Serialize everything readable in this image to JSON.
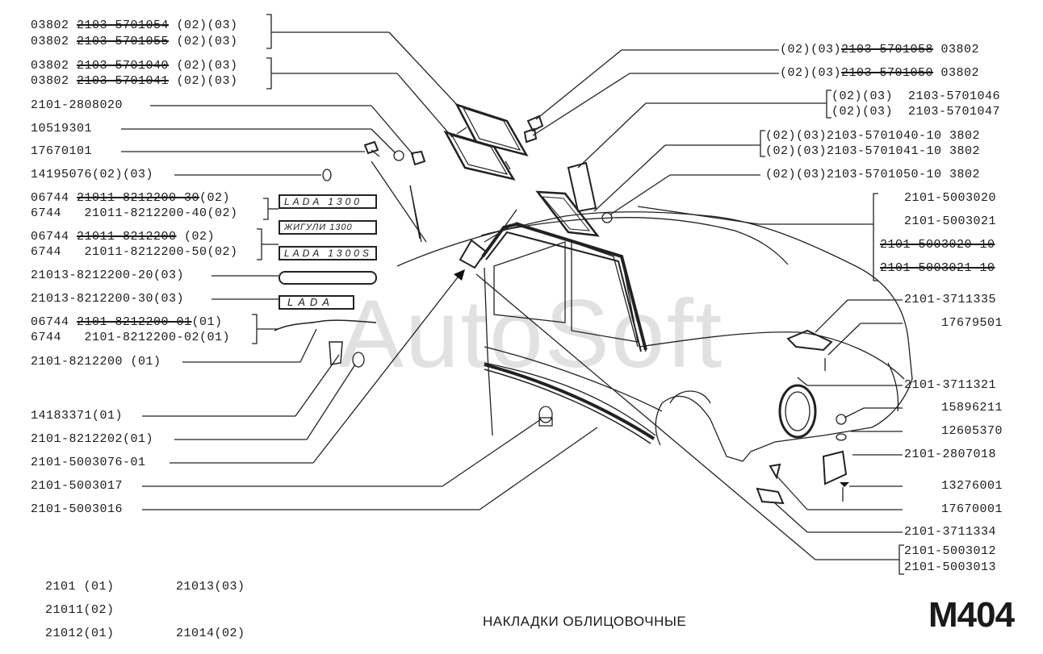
{
  "watermark": "AutoSoft",
  "sheet_title": "НАКЛАДКИ ОБЛИЦОВОЧНЫЕ",
  "sheet_code": "M404",
  "badges": {
    "lada1300": "LADA 1300",
    "zhiguli1300": "ЖИГУЛИ 1300",
    "lada1300s": "LADA 1300S",
    "lada": "LADA"
  },
  "left_labels": [
    {
      "prefix": "03802 ",
      "code": "2103-5701054",
      "suffix": " (02)(03)",
      "struck": true
    },
    {
      "prefix": "03802 ",
      "code": "2103-5701055",
      "suffix": " (02)(03)",
      "struck": true
    },
    {
      "prefix": "03802 ",
      "code": "2103-5701040",
      "suffix": " (02)(03)",
      "struck": true
    },
    {
      "prefix": "03802 ",
      "code": "2103-5701041",
      "suffix": " (02)(03)",
      "struck": true
    },
    {
      "prefix": "",
      "code": "2101-2808020",
      "suffix": "",
      "struck": false
    },
    {
      "prefix": "",
      "code": "10519301",
      "suffix": "",
      "struck": false
    },
    {
      "prefix": "",
      "code": "17670101",
      "suffix": "",
      "struck": false
    },
    {
      "prefix": "",
      "code": "14195076(02)(03)",
      "suffix": "",
      "struck": false
    },
    {
      "prefix": "06744 ",
      "code": "21011-8212200-30",
      "suffix": "(02)",
      "struck": true
    },
    {
      "prefix": "6744   ",
      "code": "21011-8212200-40(02)",
      "suffix": "",
      "struck": false
    },
    {
      "prefix": "06744 ",
      "code": "21011-8212200",
      "suffix": " (02)",
      "struck": true
    },
    {
      "prefix": "6744   ",
      "code": "21011-8212200-50(02)",
      "suffix": "",
      "struck": false
    },
    {
      "prefix": "",
      "code": "21013-8212200-20(03)",
      "suffix": "",
      "struck": false
    },
    {
      "prefix": "",
      "code": "21013-8212200-30(03)",
      "suffix": "",
      "struck": false
    },
    {
      "prefix": "06744 ",
      "code": "2101-8212200-01",
      "suffix": "(01)",
      "struck": true
    },
    {
      "prefix": "6744   ",
      "code": "2101-8212200-02(01)",
      "suffix": "",
      "struck": false
    },
    {
      "prefix": "",
      "code": "2101-8212200 (01)",
      "suffix": "",
      "struck": false
    },
    {
      "prefix": "",
      "code": "14183371(01)",
      "suffix": "",
      "struck": false
    },
    {
      "prefix": "",
      "code": "2101-8212202(01)",
      "suffix": "",
      "struck": false
    },
    {
      "prefix": "",
      "code": "2101-5003076-01",
      "suffix": "",
      "struck": false
    },
    {
      "prefix": "",
      "code": "2101-5003017",
      "suffix": "",
      "struck": false
    },
    {
      "prefix": "",
      "code": "2101-5003016",
      "suffix": "",
      "struck": false
    }
  ],
  "right_labels": [
    {
      "prefix": "(02)(03)",
      "code": "2103-5701058",
      "suffix": " 03802",
      "struck": true
    },
    {
      "prefix": "(02)(03)",
      "code": "2103-5701050",
      "suffix": " 03802",
      "struck": true
    },
    {
      "prefix": "(02)(03)  ",
      "code": "2103-5701046",
      "suffix": "",
      "struck": false
    },
    {
      "prefix": "(02)(03)  ",
      "code": "2103-5701047",
      "suffix": "",
      "struck": false
    },
    {
      "prefix": "(02)(03)",
      "code": "2103-5701040-10 3802",
      "suffix": "",
      "struck": false
    },
    {
      "prefix": "(02)(03)",
      "code": "2103-5701041-10 3802",
      "suffix": "",
      "struck": false
    },
    {
      "prefix": "(02)(03)",
      "code": "2103-5701050-10 3802",
      "suffix": "",
      "struck": false
    },
    {
      "prefix": "",
      "code": "2101-5003020",
      "suffix": "",
      "struck": false
    },
    {
      "prefix": "",
      "code": "2101-5003021",
      "suffix": "",
      "struck": false
    },
    {
      "prefix": "",
      "code": "2101-5003020-10",
      "suffix": "",
      "struck": true
    },
    {
      "prefix": "",
      "code": "2101-5003021-10",
      "suffix": "",
      "struck": true
    },
    {
      "prefix": "",
      "code": "2101-3711335",
      "suffix": "",
      "struck": false
    },
    {
      "prefix": "",
      "code": "17679501",
      "suffix": "",
      "struck": false
    },
    {
      "prefix": "",
      "code": "2101-3711321",
      "suffix": "",
      "struck": false
    },
    {
      "prefix": "",
      "code": "15896211",
      "suffix": "",
      "struck": false
    },
    {
      "prefix": "",
      "code": "12605370",
      "suffix": "",
      "struck": false
    },
    {
      "prefix": "",
      "code": "2101-2807018",
      "suffix": "",
      "struck": false
    },
    {
      "prefix": "",
      "code": "13276001",
      "suffix": "",
      "struck": false
    },
    {
      "prefix": "",
      "code": "17670001",
      "suffix": "",
      "struck": false
    },
    {
      "prefix": "",
      "code": "2101-3711334",
      "suffix": "",
      "struck": false
    },
    {
      "prefix": "",
      "code": "2101-5003012",
      "suffix": "",
      "struck": false
    },
    {
      "prefix": "",
      "code": "2101-5003013",
      "suffix": "",
      "struck": false
    }
  ],
  "models": [
    {
      "code": "2101 (01)"
    },
    {
      "code": "21013(03)"
    },
    {
      "code": "21011(02)"
    },
    {
      "code": "21012(01)"
    },
    {
      "code": "21014(02)"
    }
  ]
}
